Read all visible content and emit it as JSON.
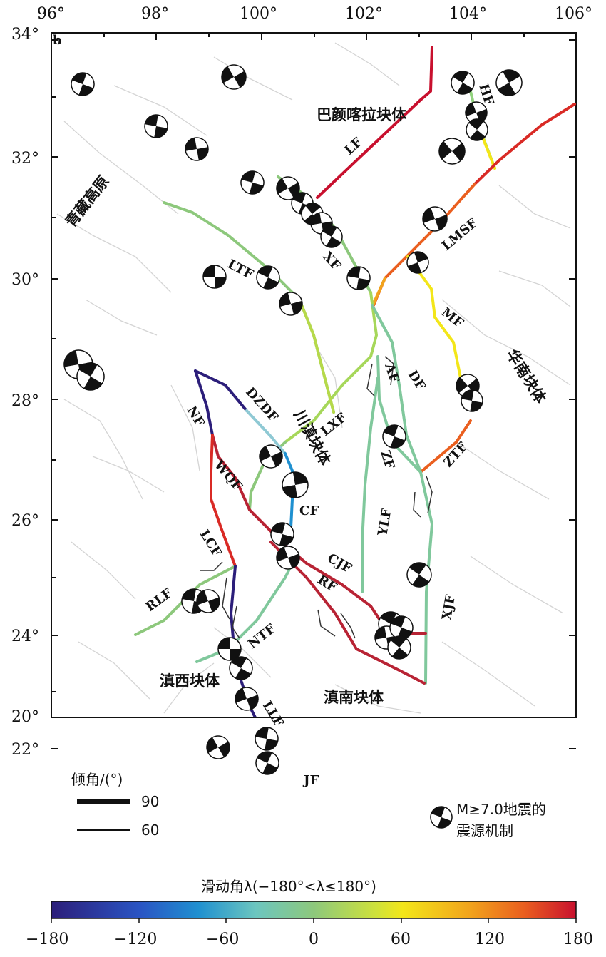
{
  "panel_label": "b",
  "axes": {
    "lon_ticks": [
      "96°",
      "98°",
      "100°",
      "102°",
      "104°",
      "106°"
    ],
    "lat_ticks": [
      "34°",
      "32°",
      "30°",
      "28°",
      "26°",
      "24°",
      "22°",
      "20°"
    ]
  },
  "regions": {
    "tibet": "青藏高原",
    "bayan_har": "巴颜喀拉块体",
    "south_china": "华南块体",
    "sichuan_yunnan": "川滇块体",
    "west_yunnan": "滇西块体",
    "south_yunnan": "滇南块体"
  },
  "faults": {
    "LF": "LF",
    "HF": "HF",
    "LMSF": "LMSF",
    "XF": "XF",
    "LTF": "LTF",
    "MF": "MF",
    "AF": "AF",
    "DF": "DF",
    "DZDF": "DZDF",
    "NF": "NF",
    "LXF": "LXF",
    "ZF": "ZF",
    "ZTF": "ZTF",
    "WQF": "WQF",
    "CF": "CF",
    "YLF": "YLF",
    "LCF": "LCF",
    "CJF": "CJF",
    "RF": "RF",
    "RLF": "RLF",
    "XJF": "XJF",
    "NTF": "NTF",
    "LLF": "LLF",
    "JF": "JF"
  },
  "legend": {
    "dip_title": "倾角/(°)",
    "dip_90": "90",
    "dip_60": "60",
    "mech_line1": "M≥7.0地震的",
    "mech_line2": "震源机制"
  },
  "colorbar": {
    "title": "滑动角λ(−180°<λ≤180°)",
    "ticks": [
      "−180",
      "−120",
      "−60",
      "0",
      "60",
      "120",
      "180"
    ]
  },
  "colors": {
    "cb_m180": "#2c1e7a",
    "cb_m120": "#1f90d0",
    "cb_m60": "#6cc6bf",
    "cb_0": "#8dc87c",
    "cb_60": "#f3e619",
    "cb_120": "#ea5f1f",
    "cb_180": "#c8102e"
  }
}
